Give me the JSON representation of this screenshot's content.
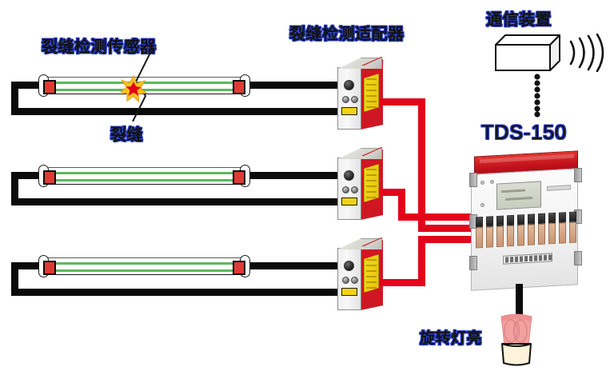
{
  "diagram": {
    "title_hidden": "",
    "labels": {
      "sensor": "裂缝检测传感器",
      "crack": "裂缝",
      "adapter": "裂缝检测适配器",
      "comm_device": "通信装置",
      "logger_model": "TDS-150",
      "lamp": "旋转灯亮"
    },
    "colors": {
      "cable_black": "#0b0b0b",
      "cable_red": "#e3051b",
      "sensor_stripe_green": "#5cb85c",
      "terminal_red": "#e03a34",
      "adapter_red": "#cf1724",
      "adapter_label_yellow": "#f2d211",
      "logger_red": "#c2111c",
      "lamp_pink": "#f09a9a",
      "text_outline_blue": "#2b3fc4"
    },
    "sensor_channels": 3,
    "logger_terminal_count": 10,
    "logger_dip_count": 10,
    "wireless_wave_count": 4,
    "dotted_link_dots": 7
  }
}
